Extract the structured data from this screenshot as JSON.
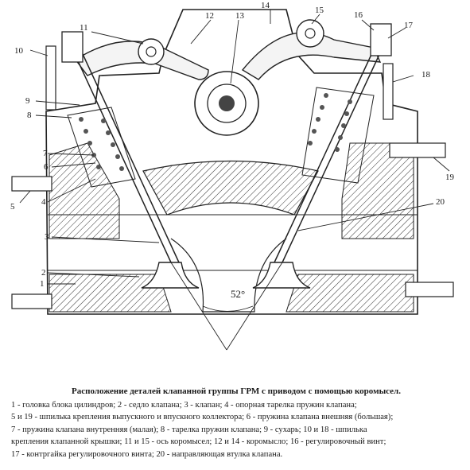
{
  "diagram": {
    "labels": [
      "1",
      "2",
      "3",
      "4",
      "5",
      "6",
      "7",
      "8",
      "9",
      "10",
      "11",
      "12",
      "13",
      "14",
      "15",
      "16",
      "17",
      "18",
      "19",
      "20"
    ],
    "angle_label": "52°"
  },
  "caption": {
    "title": "Расположение деталей клапанной группы ГРМ с приводом с помощью коромысел.",
    "lines": [
      "1 - головка блока цилиндров; 2 - седло клапана; 3 - клапан; 4 - опорная тарелка пружин клапана;",
      "5 и 19 - шпилька крепления выпускного и впускного коллектора; 6 - пружина клапана внешняя (большая);",
      "7 - пружина клапана внутренняя (малая); 8 - тарелка пружин клапана; 9 - сухарь; 10 и 18 - шпилька",
      "крепления клапанной крышки; 11 и 15 - ось коромысел; 12 и 14 - коромысло; 16 - регулировочный винт;",
      "17 - контргайка регулировочного винта; 20 - направляющая втулка клапана."
    ]
  }
}
